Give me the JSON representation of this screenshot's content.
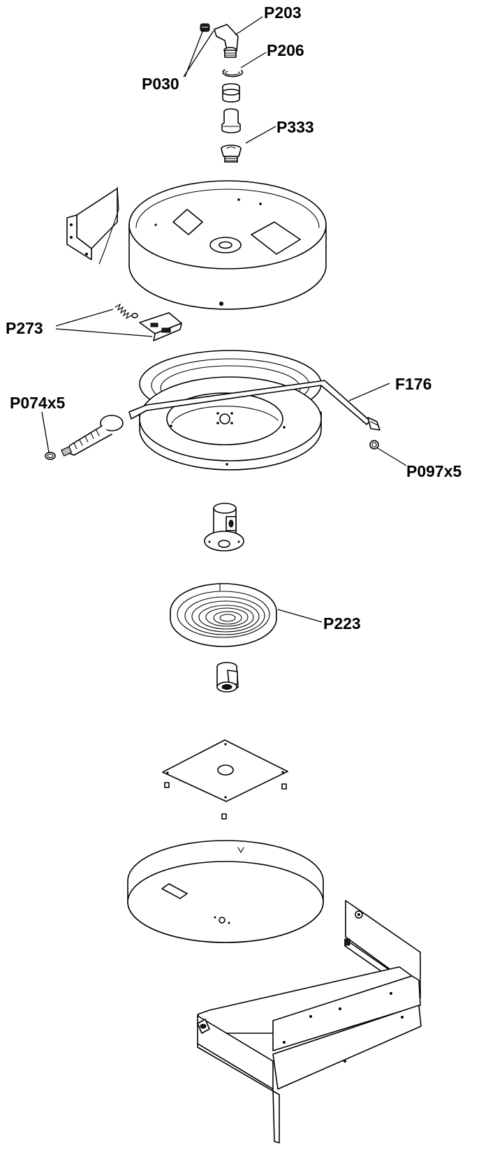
{
  "callouts": {
    "p203": "P203",
    "p206": "P206",
    "p030": "P030",
    "p333": "P333",
    "p273": "P273",
    "f176": "F176",
    "p074": "P074x5",
    "p097": "P097x5",
    "p223": "P223"
  }
}
